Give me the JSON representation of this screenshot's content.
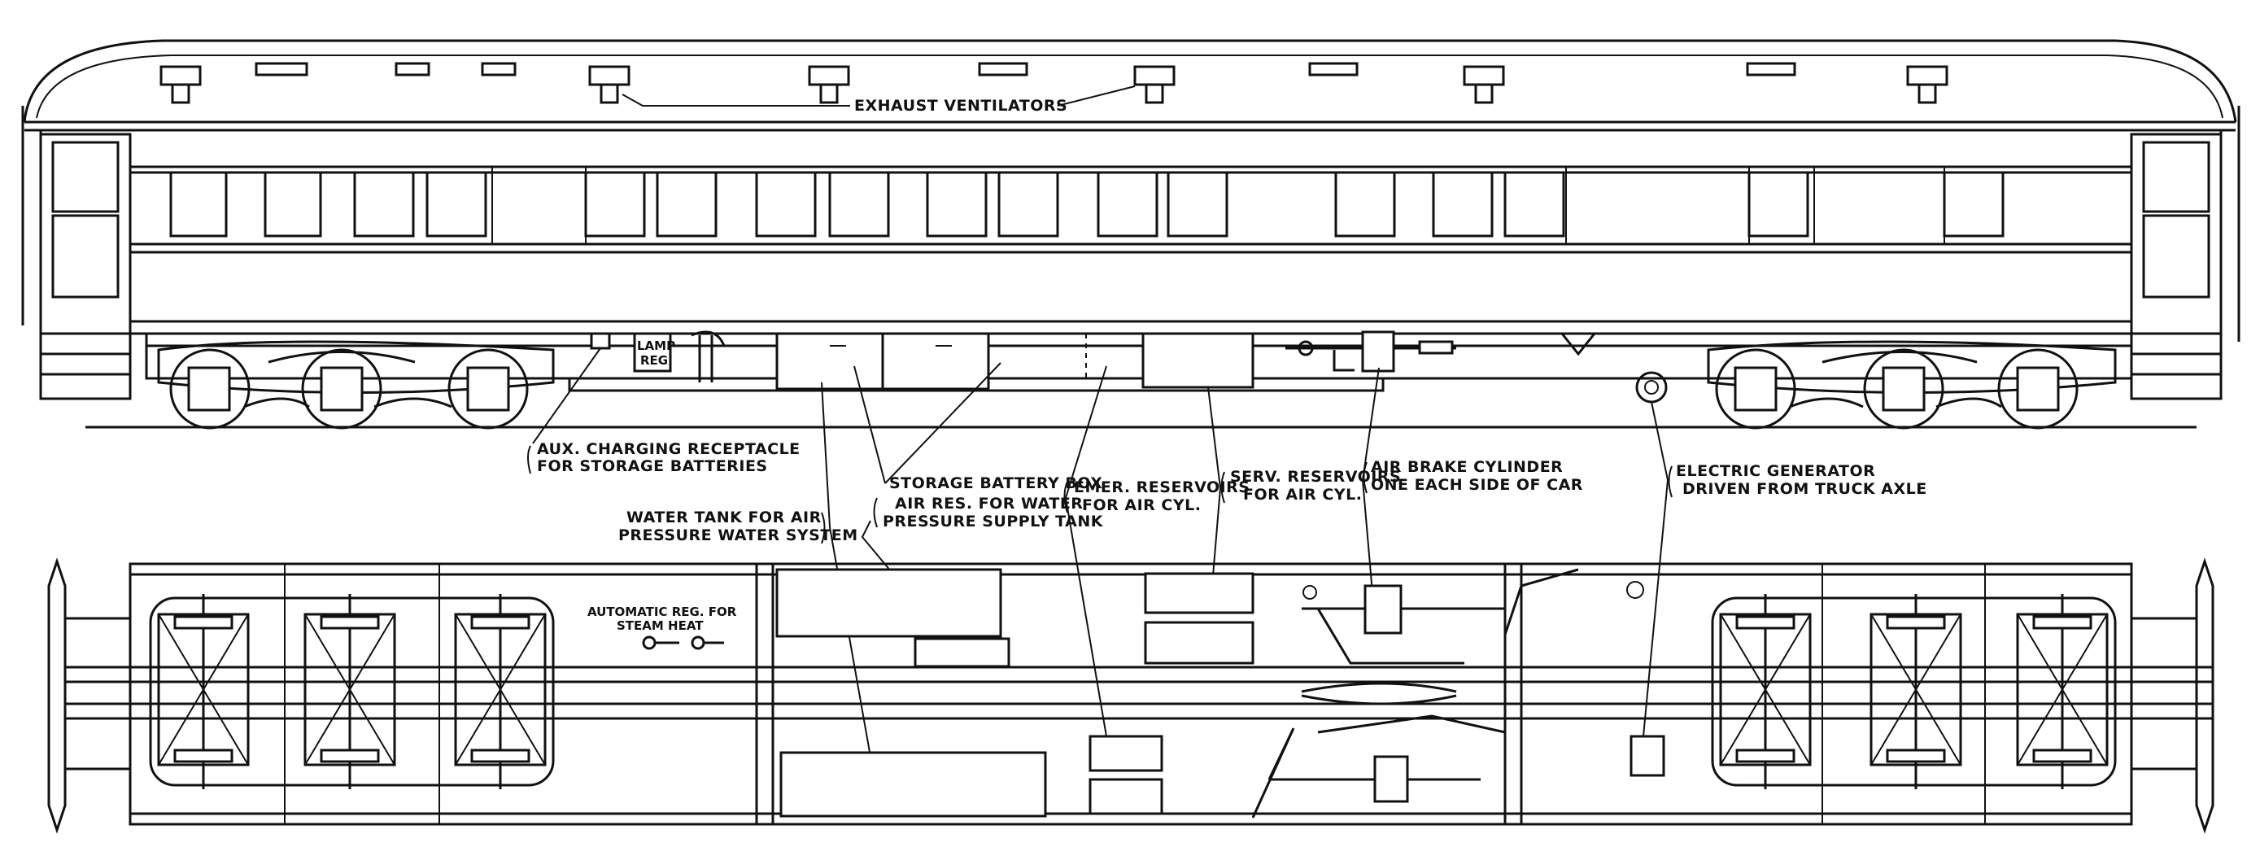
{
  "labels": {
    "exhaust_ventilators": "EXHAUST VENTILATORS",
    "aux_charging_1": "AUX. CHARGING RECEPTACLE",
    "aux_charging_2": "FOR STORAGE BATTERIES",
    "lamp_reg_1": "LAMP",
    "lamp_reg_2": "REG.",
    "storage_battery_box": "STORAGE BATTERY BOX",
    "air_res_water_1": "AIR RES. FOR WATER",
    "air_res_water_2": "PRESSURE SUPPLY TANK",
    "water_tank_1": "WATER TANK FOR AIR",
    "water_tank_2": "PRESSURE WATER SYSTEM",
    "emer_res_1": "EMER. RESERVOIRS",
    "emer_res_2": "FOR AIR CYL.",
    "serv_res_1": "SERV. RESERVOIRS",
    "serv_res_2": "FOR AIR CYL.",
    "air_brake_1": "AIR BRAKE CYLINDER",
    "air_brake_2": "ONE EACH SIDE OF CAR",
    "generator_1": "ELECTRIC GENERATOR",
    "generator_2": "DRIVEN FROM TRUCK AXLE",
    "auto_reg_1": "AUTOMATIC REG. FOR",
    "auto_reg_2": "STEAM HEAT"
  }
}
